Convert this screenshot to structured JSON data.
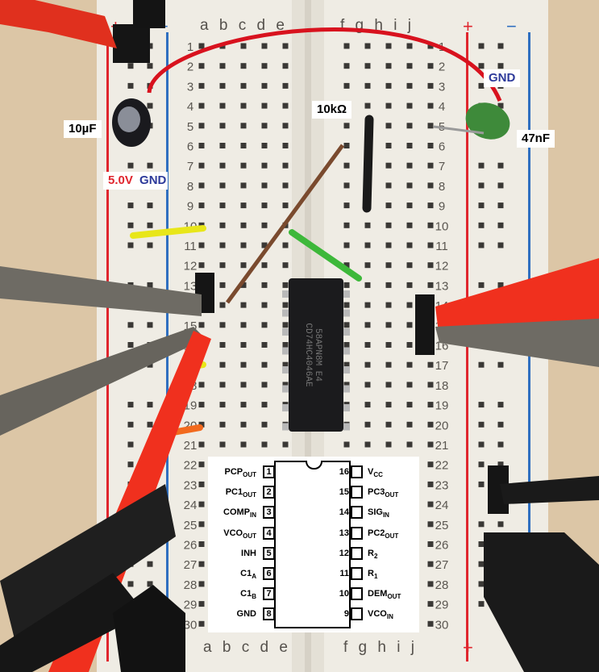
{
  "breadboard": {
    "column_letters_left": "a b c d e",
    "column_letters_right": "f g h i j",
    "rail_plus": "+",
    "rail_minus": "−",
    "row_numbers": [
      "1",
      "2",
      "3",
      "4",
      "5",
      "6",
      "7",
      "8",
      "9",
      "10",
      "11",
      "12",
      "13",
      "14",
      "15",
      "16",
      "17",
      "18",
      "19",
      "20",
      "21",
      "22",
      "23",
      "24",
      "25",
      "26",
      "27",
      "28",
      "29",
      "30"
    ]
  },
  "chip_marking": [
    "58APN8M E4",
    "CD74HC4046AE"
  ],
  "annotations": {
    "cap_10u": "10µF",
    "supply_voltage": "5.0V",
    "gnd_left": "GND",
    "gnd_right": "GND",
    "resistor": "10kΩ",
    "cap_47n": "47nF"
  },
  "pinout": {
    "left": [
      {
        "num": "1",
        "base": "PCP",
        "sub": "OUT"
      },
      {
        "num": "2",
        "base": "PC1",
        "sub": "OUT"
      },
      {
        "num": "3",
        "base": "COMP",
        "sub": "IN"
      },
      {
        "num": "4",
        "base": "VCO",
        "sub": "OUT"
      },
      {
        "num": "5",
        "base": "INH",
        "sub": ""
      },
      {
        "num": "6",
        "base": "C1",
        "sub": "A"
      },
      {
        "num": "7",
        "base": "C1",
        "sub": "B"
      },
      {
        "num": "8",
        "base": "GND",
        "sub": ""
      }
    ],
    "right": [
      {
        "num": "16",
        "base": "V",
        "sub": "CC"
      },
      {
        "num": "15",
        "base": "PC3",
        "sub": "OUT"
      },
      {
        "num": "14",
        "base": "SIG",
        "sub": "IN"
      },
      {
        "num": "13",
        "base": "PC2",
        "sub": "OUT"
      },
      {
        "num": "12",
        "base": "R",
        "sub": "2"
      },
      {
        "num": "11",
        "base": "R",
        "sub": "1"
      },
      {
        "num": "10",
        "base": "DEM",
        "sub": "OUT"
      },
      {
        "num": "9",
        "base": "VCO",
        "sub": "IN"
      }
    ]
  },
  "colors": {
    "wire_red": "#d8121e",
    "wire_brown": "#7a4a2e",
    "wire_green": "#3db83a",
    "wire_yellow": "#e8e61a",
    "wire_orange": "#f26a1e",
    "probe_gray": "#6e6b64",
    "clip_red": "#f0301e",
    "rail_red": "#e0262e",
    "rail_blue": "#2f6fc0"
  }
}
